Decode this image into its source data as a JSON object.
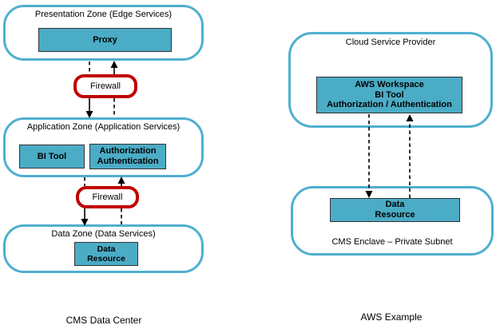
{
  "left_diagram": {
    "caption": "CMS Data Center",
    "zones": [
      {
        "title": "Presentation Zone (Edge Services)",
        "boxes": [
          {
            "label": "Proxy"
          }
        ]
      },
      {
        "title": "Application Zone (Application Services)",
        "boxes": [
          {
            "label": "BI Tool"
          },
          {
            "label": "Authorization\nAuthentication"
          }
        ]
      },
      {
        "title": "Data Zone (Data Services)",
        "boxes": [
          {
            "label": "Data\nResource"
          }
        ]
      }
    ],
    "firewalls": [
      {
        "label": "Firewall"
      },
      {
        "label": "Firewall"
      }
    ]
  },
  "right_diagram": {
    "caption": "AWS Example",
    "zones": [
      {
        "title": "Cloud Service Provider",
        "boxes": [
          {
            "label": "AWS Workspace\nBI Tool\nAuthorization / Authentication"
          }
        ]
      },
      {
        "title": "CMS Enclave – Private Subnet",
        "boxes": [
          {
            "label": "Data\nResource"
          }
        ]
      }
    ]
  },
  "colors": {
    "box_fill": "#4BACC6",
    "zone_border": "#4FAFCF",
    "firewall_border": "#C00000",
    "arrow": "#000000",
    "background": "#FFFFFF"
  }
}
